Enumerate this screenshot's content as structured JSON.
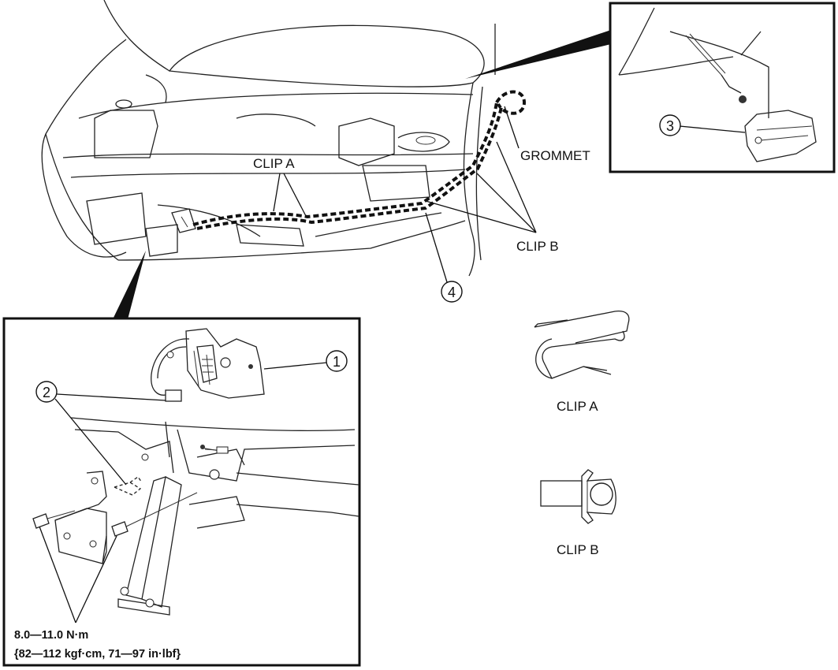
{
  "labels": {
    "clip_a": "CLIP A",
    "clip_b": "CLIP B",
    "grommet": "GROMMET",
    "clip_a_legend": "CLIP A",
    "clip_b_legend": "CLIP B"
  },
  "callouts": {
    "part_1": "1",
    "part_2": "2",
    "part_3": "3",
    "part_4": "4"
  },
  "torque": {
    "line1": "8.0—11.0 N·m",
    "line2": "{82—112 kgf·cm, 71—97 in·lbf}"
  }
}
